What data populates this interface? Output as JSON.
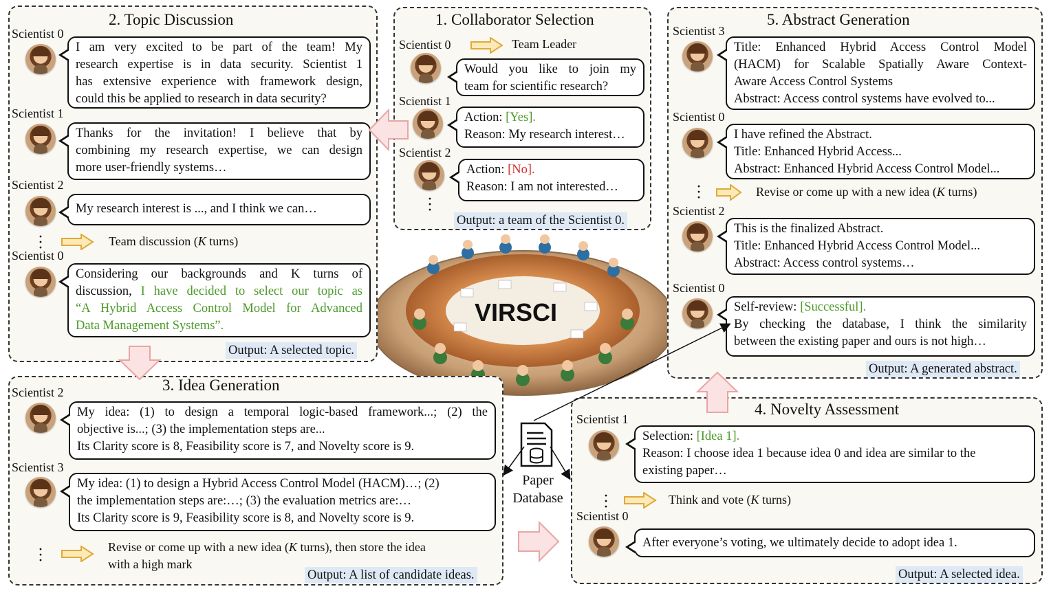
{
  "center": {
    "title": "VIRSCI"
  },
  "database": {
    "label_line1": "Paper",
    "label_line2": "Database"
  },
  "panel1": {
    "title": "1. Collaborator Selection",
    "leader_speaker": "Scientist 0",
    "leader_label": "Team Leader",
    "q_line1": "Would you like to join my",
    "q_line2": "team for scientific research?",
    "s1_speaker": "Scientist 1",
    "s1_action_prefix": "Action: ",
    "s1_action_value": "[Yes].",
    "s1_reason": "Reason: My research interest…",
    "s2_speaker": "Scientist 2",
    "s2_action_prefix": "Action: ",
    "s2_action_value": "[No].",
    "s2_reason": "Reason: I am not interested…",
    "output": "Output: a team of the Scientist 0."
  },
  "panel2": {
    "title": "2. Topic Discussion",
    "m1_speaker": "Scientist 0",
    "m1_lines": [
      "I am very excited to be part of the team! My",
      "research expertise is in data security. Scientist 1",
      "has extensive experience with framework design,",
      "could this be applied to research in data security?"
    ],
    "m2_speaker": "Scientist 1",
    "m2_lines": [
      "Thanks for the invitation! I believe that by",
      "combining my research expertise, we can design",
      "more user-friendly systems…"
    ],
    "m3_speaker": "Scientist 2",
    "m3_text": "My research interest is ..., and I think we can…",
    "turns_prefix": "Team discussion (",
    "turns_k": "K",
    "turns_suffix": " turns)",
    "m4_speaker": "Scientist 0",
    "m4_line1": "Considering our backgrounds and K turns of",
    "m4_line2_plain": "discussion, ",
    "m4_line2_green": "I have decided to select our topic as",
    "m4_line3_green": "“A Hybrid Access Control Model for Advanced",
    "m4_line4_green": "Data Management Systems”.",
    "output": "Output: A selected topic."
  },
  "panel3": {
    "title": "3. Idea Generation",
    "m1_speaker": "Scientist 2",
    "m1_lines": [
      "My idea: (1) to design a temporal logic-based framework...; (2) the",
      "objective is...; (3) the implementation steps are...",
      "Its Clarity score is 8, Feasibility score is 7, and Novelty score is 9."
    ],
    "m2_speaker": "Scientist 3",
    "m2_lines": [
      "My idea: (1) to design a Hybrid Access Control Model (HACM)…; (2)",
      "the implementation steps are:…; (3) the evaluation metrics are:…",
      "Its Clarity score is 9, Feasibility score is 8, and Novelty score is 9."
    ],
    "revise_line1_prefix": "Revise or come up with a new idea (",
    "revise_k": "K",
    "revise_line1_suffix": " turns), then store the idea",
    "revise_line2": "with a high mark",
    "output": "Output: A list of candidate ideas."
  },
  "panel4": {
    "title": "4. Novelty Assessment",
    "m1_speaker": "Scientist 1",
    "m1_sel_prefix": "Selection: ",
    "m1_sel_value": "[Idea 1].",
    "m1_reason_line1": "Reason: I choose idea 1 because idea 0 and idea are similar to the",
    "m1_reason_line2": "existing paper…",
    "vote_prefix": "Think and vote (",
    "vote_k": "K",
    "vote_suffix": " turns)",
    "m2_speaker": "Scientist 0",
    "m2_text": "After everyone’s voting, we ultimately decide to adopt idea 1.",
    "output": "Output: A selected idea."
  },
  "panel5": {
    "title": "5. Abstract Generation",
    "m1_speaker": "Scientist 3",
    "m1_lines": [
      "Title: Enhanced Hybrid Access Control Model",
      "(HACM) for Scalable Spatially Aware Context-",
      "Aware Access Control Systems",
      "Abstract: Access control systems have evolved to..."
    ],
    "m2_speaker": "Scientist 0",
    "m2_lines": [
      "I have refined the Abstract.",
      "Title: Enhanced Hybrid Access...",
      "Abstract: Enhanced Hybrid Access Control Model..."
    ],
    "revise_prefix": "Revise or come up with a new idea (",
    "revise_k": "K",
    "revise_suffix": " turns)",
    "m3_speaker": "Scientist 2",
    "m3_lines": [
      "This is the finalized Abstract.",
      "Title: Enhanced Hybrid Access Control Model...",
      "Abstract: Access control systems…"
    ],
    "m4_speaker": "Scientist 0",
    "m4_review_prefix": "Self-review: ",
    "m4_review_value": "[Successful].",
    "m4_line2": "By checking the database, I think the similarity",
    "m4_line3": "between the existing paper and ours is not high…",
    "output": "Output: A generated abstract."
  },
  "colors": {
    "accent_green": "#4c9a2a",
    "accent_red": "#d0312d",
    "output_bg": "#dfe9f5",
    "flow_arrow": "#f6d3d3",
    "turn_arrow": "#f2c94c"
  }
}
